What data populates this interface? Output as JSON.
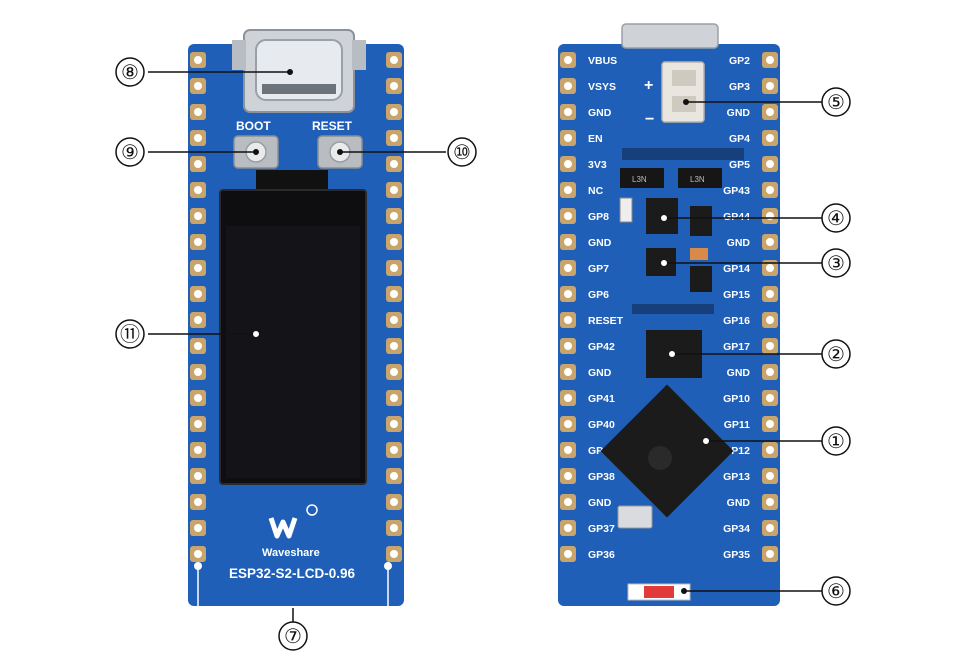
{
  "front_board": {
    "button_labels": [
      "BOOT",
      "RESET"
    ],
    "logo_text": "Waveshare",
    "model_text": "ESP32-S2-LCD-0.96"
  },
  "back_board": {
    "pins_left": [
      "VBUS",
      "VSYS",
      "GND",
      "EN",
      "3V3",
      "NC",
      "GP8",
      "GND",
      "GP7",
      "GP6",
      "RESET",
      "GP42",
      "GND",
      "GP41",
      "GP40",
      "GP39",
      "GP38",
      "GND",
      "GP37",
      "GP36"
    ],
    "pins_right": [
      "GP2",
      "GP3",
      "GND",
      "GP4",
      "GP5",
      "GP43",
      "GP44",
      "GND",
      "GP14",
      "GP15",
      "GP16",
      "GP17",
      "GND",
      "GP10",
      "GP11",
      "GP12",
      "GP13",
      "GND",
      "GP34",
      "GP35"
    ],
    "component_text": [
      "L3N",
      "L3N"
    ],
    "battery_plus": "+",
    "battery_minus": "−"
  },
  "callouts": [
    "①",
    "②",
    "③",
    "④",
    "⑤",
    "⑥",
    "⑦",
    "⑧",
    "⑨",
    "⑩",
    "⑪"
  ],
  "colors": {
    "pcb_blue": "#1f5fb8",
    "pad_gold": "#c9a56b",
    "lcd_black": "#0e0e10"
  }
}
